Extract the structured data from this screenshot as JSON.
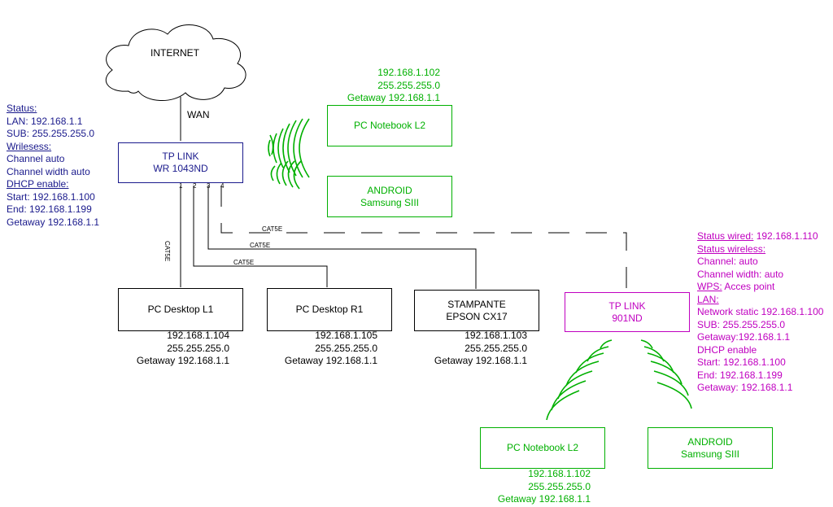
{
  "internet": {
    "label": "INTERNET"
  },
  "wan_label": "WAN",
  "router_main": {
    "line1": "TP LINK",
    "line2": "WR 1043ND",
    "ports": [
      "1",
      "2",
      "3",
      "4"
    ]
  },
  "router_info": {
    "status": "Status:",
    "lan": "LAN: 192.168.1.1",
    "sub": "SUB: 255.255.255.0",
    "wireless": "Wrilesess:",
    "channel": "Channel auto",
    "width": "Channel width auto",
    "dhcp": "DHCP enable:",
    "start": "Start: 192.168.1.100",
    "end": "End:  192.168.1.199",
    "gateway": "Getaway 192.168.1.1"
  },
  "notebook_top": {
    "label": "PC Notebook L2",
    "ip": "192.168.1.102",
    "mask": "255.255.255.0",
    "gw": "Getaway 192.168.1.1"
  },
  "android_top": {
    "line1": "ANDROID",
    "line2": "Samsung SIII"
  },
  "cables": [
    "CAT5E",
    "CAT5E",
    "CAT5E",
    "CAT5E"
  ],
  "desktop_l1": {
    "label": "PC Desktop L1",
    "ip": "192.168.1.104",
    "mask": "255.255.255.0",
    "gw": "Getaway 192.168.1.1"
  },
  "desktop_r1": {
    "label": "PC Desktop R1",
    "ip": "192.168.1.105",
    "mask": "255.255.255.0",
    "gw": "Getaway 192.168.1.1"
  },
  "printer": {
    "line1": "STAMPANTE",
    "line2": "EPSON CX17",
    "ip": "192.168.1.103",
    "mask": "255.255.255.0",
    "gw": "Getaway 192.168.1.1"
  },
  "ap": {
    "line1": "TP LINK",
    "line2": "901ND"
  },
  "ap_info": {
    "status_wired": "Status wired:",
    "status_wired_value": " 192.168.1.110",
    "status_wireless": "Status wireless:",
    "channel": "Channel: auto",
    "width": "Channel width: auto",
    "wps": "WPS:",
    "wps_value": " Acces point",
    "lan": "LAN:",
    "network": "Network static 192.168.1.100",
    "sub": "SUB: 255.255.255.0",
    "gateway": "Getaway:192.168.1.1",
    "dhcp": "DHCP enable",
    "start": "Start: 192.168.1.100",
    "end": "End:  192.168.1.199",
    "gateway2": "Getaway: 192.168.1.1"
  },
  "notebook_bottom": {
    "label": "PC Notebook L2",
    "ip": "192.168.1.102",
    "mask": "255.255.255.0",
    "gw": "Getaway 192.168.1.1"
  },
  "android_bottom": {
    "line1": "ANDROID",
    "line2": "Samsung SIII"
  },
  "colors": {
    "router": "#1a1a8c",
    "wireless": "#00b000",
    "access_point": "#c000c0",
    "wired": "#000000"
  }
}
